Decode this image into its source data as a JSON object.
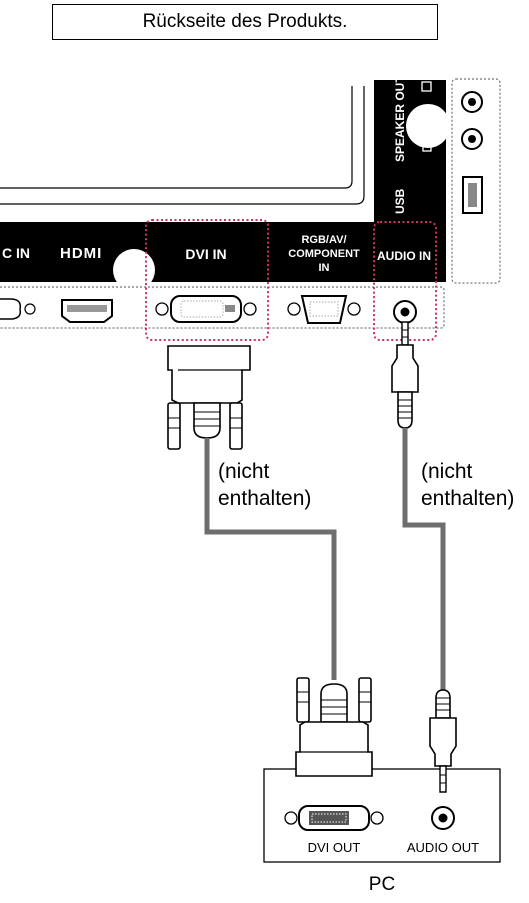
{
  "title": "Rückseite des Produkts.",
  "panel_labels": {
    "c_in": "C IN",
    "hdmi": "HDMI",
    "dvi_in": "DVI IN",
    "rgb_line1": "RGB/AV/",
    "rgb_line2": "COMPONENT",
    "rgb_line3": "IN",
    "audio_in": "AUDIO IN",
    "speaker_out": "SPEAKER OUT",
    "usb": "USB"
  },
  "cable_notes": {
    "dvi_line1": "(nicht",
    "dvi_line2": "enthalten)",
    "audio_line1": "(nicht",
    "audio_line2": "enthalten)"
  },
  "pc": {
    "dvi_out": "DVI OUT",
    "audio_out": "AUDIO OUT",
    "label": "PC"
  },
  "colors": {
    "panel_black": "#000000",
    "highlight_dotted": "#c8326e",
    "cable_gray": "#6e6e6e"
  }
}
